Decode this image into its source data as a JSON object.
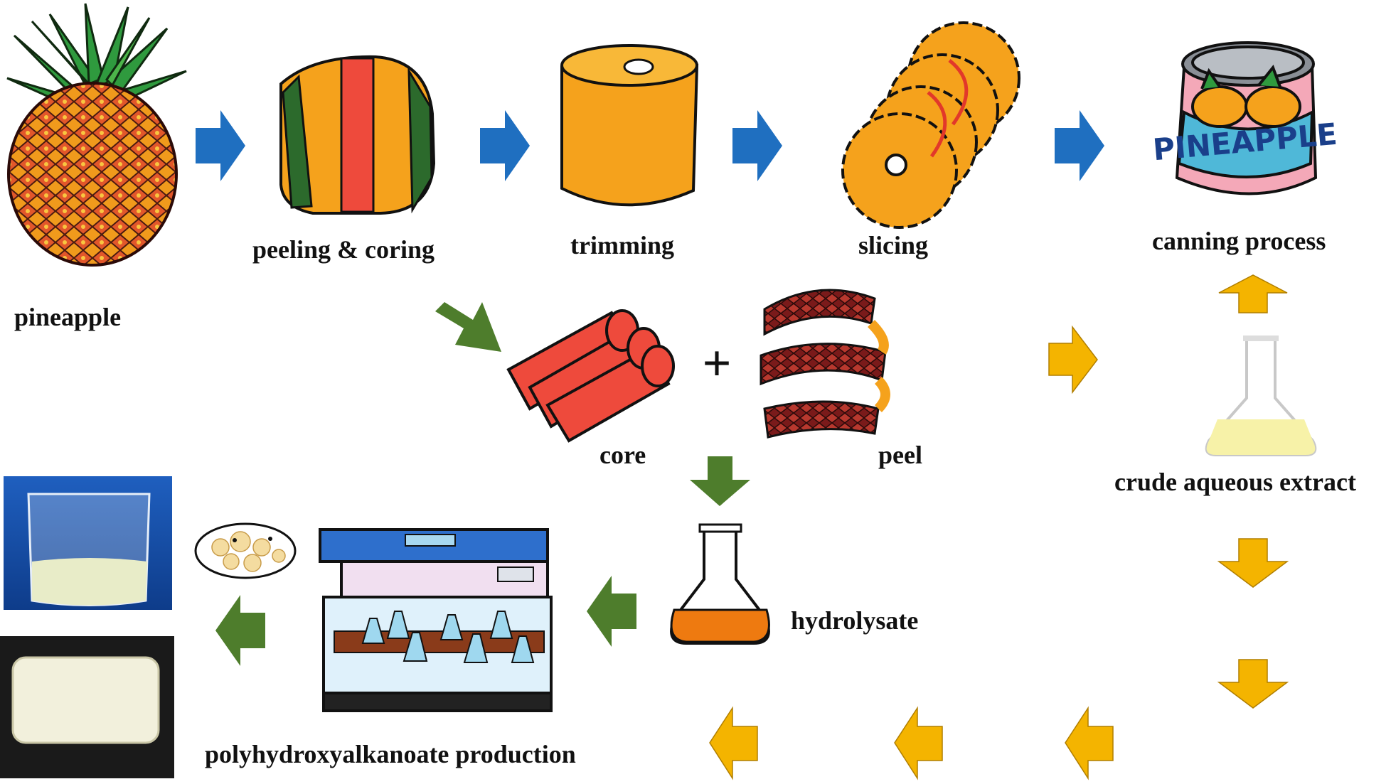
{
  "labels": {
    "pineapple": "pineapple",
    "peeling": "peeling & coring",
    "trimming": "trimming",
    "slicing": "slicing",
    "canning": "canning process",
    "core": "core",
    "peel": "peel",
    "plus": "+",
    "crude": "crude aqueous extract",
    "hydrolysate": "hydrolysate",
    "pha": "polyhydroxyalkanoate production",
    "can_text": "PINEAPPLE"
  },
  "colors": {
    "arrow_blue": "#1f6fc0",
    "arrow_green": "#4e7d2c",
    "arrow_yellow": "#f4b400",
    "fruit_orange": "#f59a1a",
    "core_red": "#ee4a3c",
    "hydrolysate_orange": "#ee7a10",
    "extract_yellow": "#f7f2a8"
  },
  "icons": [
    "pineapple-illustration",
    "peeled-pineapple-illustration",
    "trimmed-cylinder-illustration",
    "pineapple-rings-illustration",
    "pineapple-can-illustration",
    "core-sticks-illustration",
    "peel-strips-illustration",
    "flask-crude-extract-illustration",
    "flask-hydrolysate-illustration",
    "shaking-incubator-illustration",
    "bacteria-cell-illustration",
    "beaker-photo",
    "pha-film-photo"
  ]
}
